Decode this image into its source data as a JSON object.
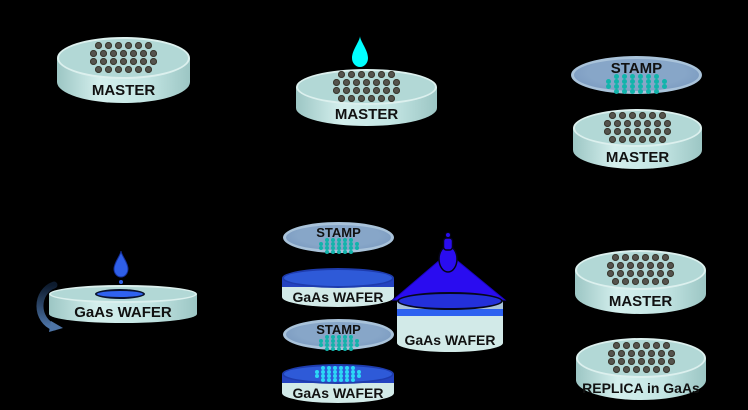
{
  "scene": {
    "background": "#000000",
    "steps": {
      "step1": {
        "master": "MASTER"
      },
      "step2": {
        "master": "MASTER"
      },
      "step3": {
        "stamp": "STAMP",
        "master": "MASTER"
      },
      "step4": {
        "wafer": "GaAs WAFER"
      },
      "step5": {
        "stamp_top": "STAMP",
        "wafer_top": "GaAs WAFER",
        "stamp_bottom": "STAMP",
        "wafer_bottom": "GaAs WAFER",
        "uv_wafer": "GaAs WAFER"
      },
      "step6": {
        "master": "MASTER",
        "replica": "REPLICA in GaAs"
      }
    },
    "colors": {
      "wafer_body": "#c3e5e3",
      "wafer_top": "#b2d8d6",
      "master_dot": "#55544e",
      "stamp_body": "#7b9cc2",
      "stamp_rim": "#a9c3da",
      "stamp_dot": "#12b4ab",
      "resist_blue": "#2e5ad8",
      "resist_pattern_dot": "#2cd8f6",
      "uv_light": "#2a0cf0",
      "ink_droplet": "#00ffff",
      "polymer_droplet": "#2f5fe8",
      "puddle_blue": "#2f62f0",
      "spin_arrow": "#4d74a6"
    },
    "dot_patterns": {
      "master": {
        "rows": [
          6,
          7,
          7,
          6
        ],
        "size": 7,
        "gap": 3,
        "pitch": 8,
        "color": "#55544e",
        "ring": "#3a392f"
      },
      "stamp_large": {
        "rows": [
          6,
          8,
          8,
          6
        ],
        "size": 5,
        "gap": 3,
        "pitch": 5,
        "color": "#12b4ab"
      },
      "stamp_small": {
        "rows": [
          5,
          7,
          7,
          5
        ],
        "size": 4,
        "gap": 2,
        "pitch": 4,
        "color": "#12b4ab"
      },
      "resist": {
        "rows": [
          6,
          8,
          8,
          6
        ],
        "size": 4,
        "gap": 2,
        "pitch": 4,
        "color": "#2cd8f6"
      }
    }
  }
}
